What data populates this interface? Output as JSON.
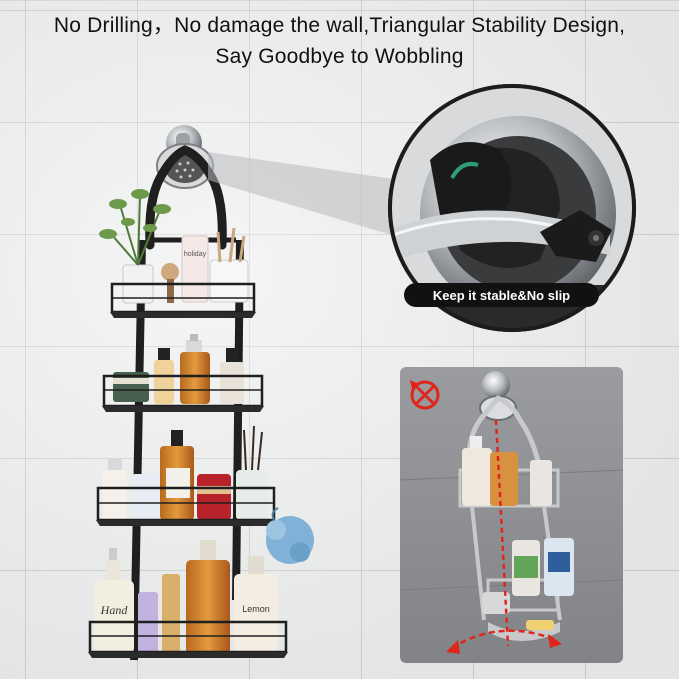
{
  "headline": {
    "line1": "No Drilling，No damage the wall,Triangular Stability Design,",
    "line2": "Say Goodbye to Wobbling"
  },
  "zoom_callout": {
    "badge": "Keep it stable&No slip"
  },
  "product_labels": {
    "brand_bottle": "Hand",
    "tube_label": "holiday",
    "jar_label": "Lemon"
  },
  "colors": {
    "rack": "#1f1f1f",
    "wall": "#eceded",
    "inset_wall": "#8d8f93",
    "arrow": "#e0261b",
    "badge_bg": "#111111",
    "sponge": "#7fb2d6"
  },
  "icons": {
    "no_rotate": "no-rotate-icon",
    "swing_arrow": "swing-arrow-icon"
  }
}
